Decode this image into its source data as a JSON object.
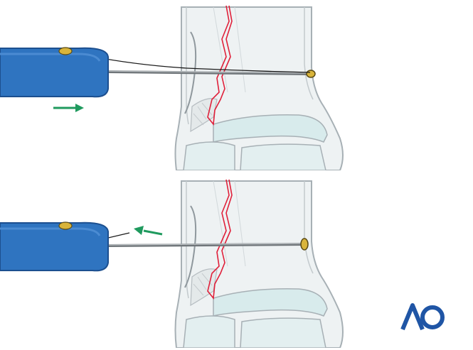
{
  "diagram": {
    "panels": [
      {
        "id": "top",
        "arrow_direction": "right"
      },
      {
        "id": "bottom",
        "arrow_direction": "left"
      }
    ],
    "colors": {
      "handle_blue": "#2f74c0",
      "handle_dark": "#1c4f8f",
      "arrow_green": "#1f9a5e",
      "fracture_red": "#e0203a",
      "bone_fill": "#e9eef0",
      "bone_outline": "#9aa3a8",
      "cartilage": "#d6e9ea",
      "ao_blue": "#1f55a5",
      "eyelet_gold": "#d9b43a"
    }
  },
  "logo": {
    "text": "AO"
  }
}
